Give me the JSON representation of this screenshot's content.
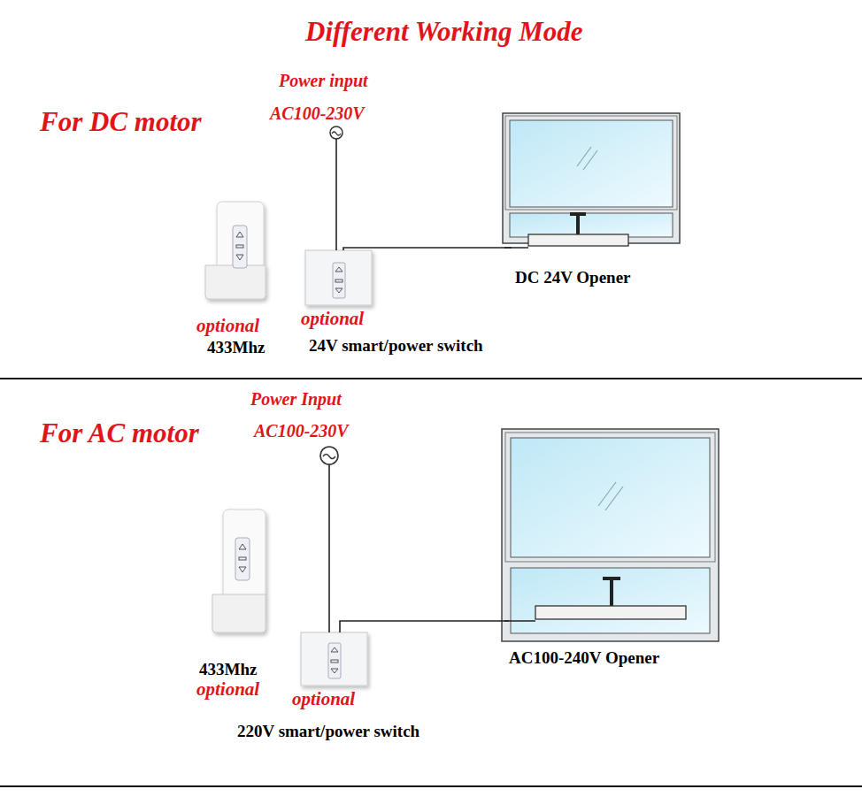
{
  "diagram": {
    "title": "Different Working Mode",
    "nodes": [
      {
        "text": [
          "Power input",
          "AC100-230V"
        ]
      },
      {
        "text": [
          "optional",
          "433Mhz"
        ]
      },
      {
        "text": [
          "optional",
          "24V smart/power switch"
        ]
      },
      {
        "text": [
          "DC 24V Opener"
        ]
      },
      {
        "text": [
          "Power Input",
          "AC100-230V"
        ]
      },
      {
        "text": [
          "433Mhz",
          "optional"
        ]
      },
      {
        "text": [
          "optional",
          "220V smart/power switch"
        ]
      },
      {
        "text": [
          "AC100-240V Opener"
        ]
      }
    ],
    "edges": [
      {
        "from": 0,
        "to": 2,
        "arrow": "none"
      },
      {
        "from": 2,
        "to": 3,
        "arrow": "none"
      },
      {
        "from": 4,
        "to": 6,
        "arrow": "none"
      },
      {
        "from": 6,
        "to": 7,
        "arrow": "none"
      }
    ],
    "labels": [
      "For DC motor",
      "For AC motor"
    ]
  }
}
